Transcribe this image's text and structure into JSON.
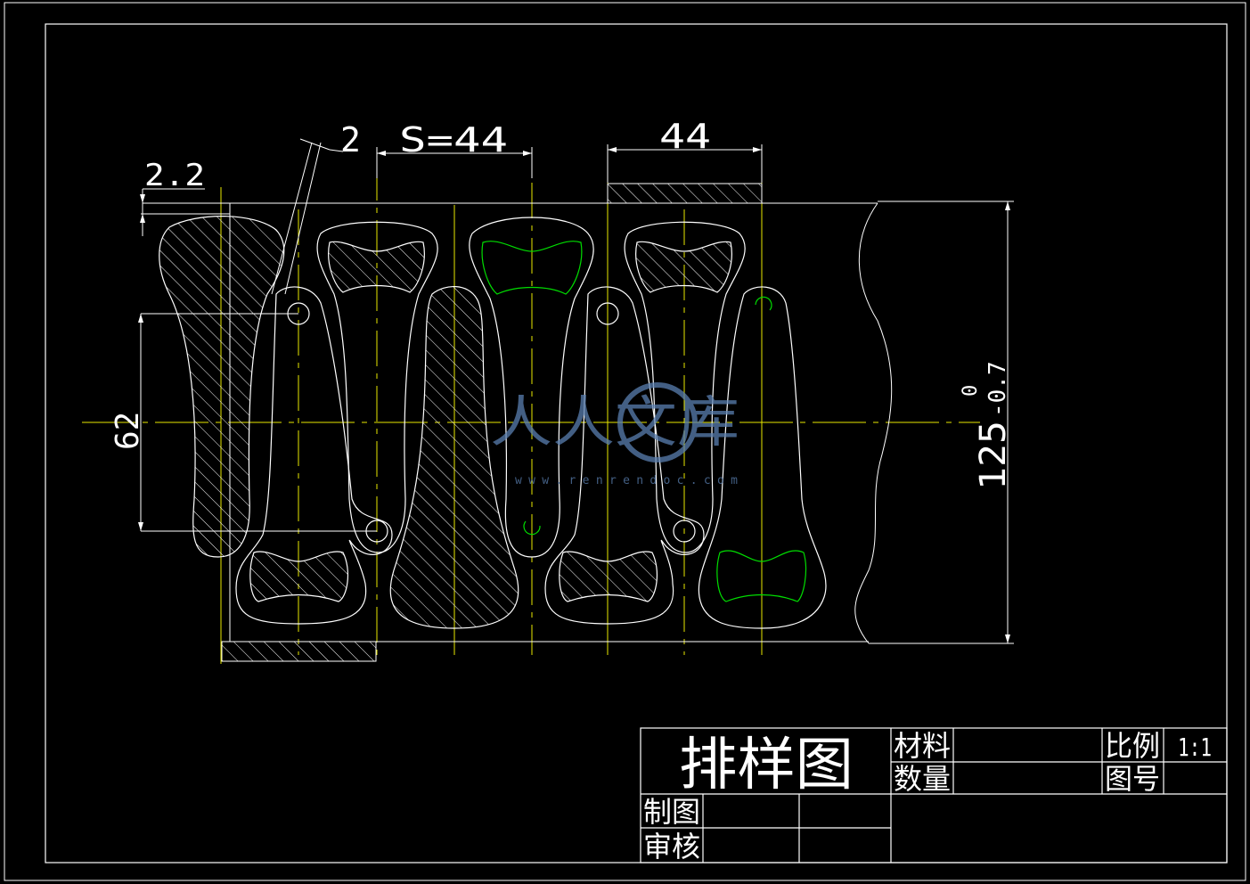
{
  "drawing": {
    "colors": {
      "background": "#000000",
      "line": "#ffffff",
      "centerline": "#e8e800",
      "hatch": "#ffffff",
      "highlight": "#00dd00",
      "watermark": "#5a7fb0"
    },
    "dimensions": {
      "gap_small": "2.2",
      "gap_side": "2",
      "step": "S=44",
      "width_top": "44",
      "hole_spacing": "62",
      "strip_width": "125",
      "tol_upper": "0",
      "tol_lower": "-0.7"
    },
    "watermark": {
      "text": "人人文库",
      "url": "www.renrendoc.com"
    }
  },
  "title_block": {
    "title": "排样图",
    "material_label": "材料",
    "material_value": "",
    "quantity_label": "数量",
    "quantity_value": "",
    "scale_label": "比例",
    "scale_value": "1:1",
    "drawing_no_label": "图号",
    "drawing_no_value": "",
    "drawn_label": "制图",
    "checked_label": "审核"
  }
}
